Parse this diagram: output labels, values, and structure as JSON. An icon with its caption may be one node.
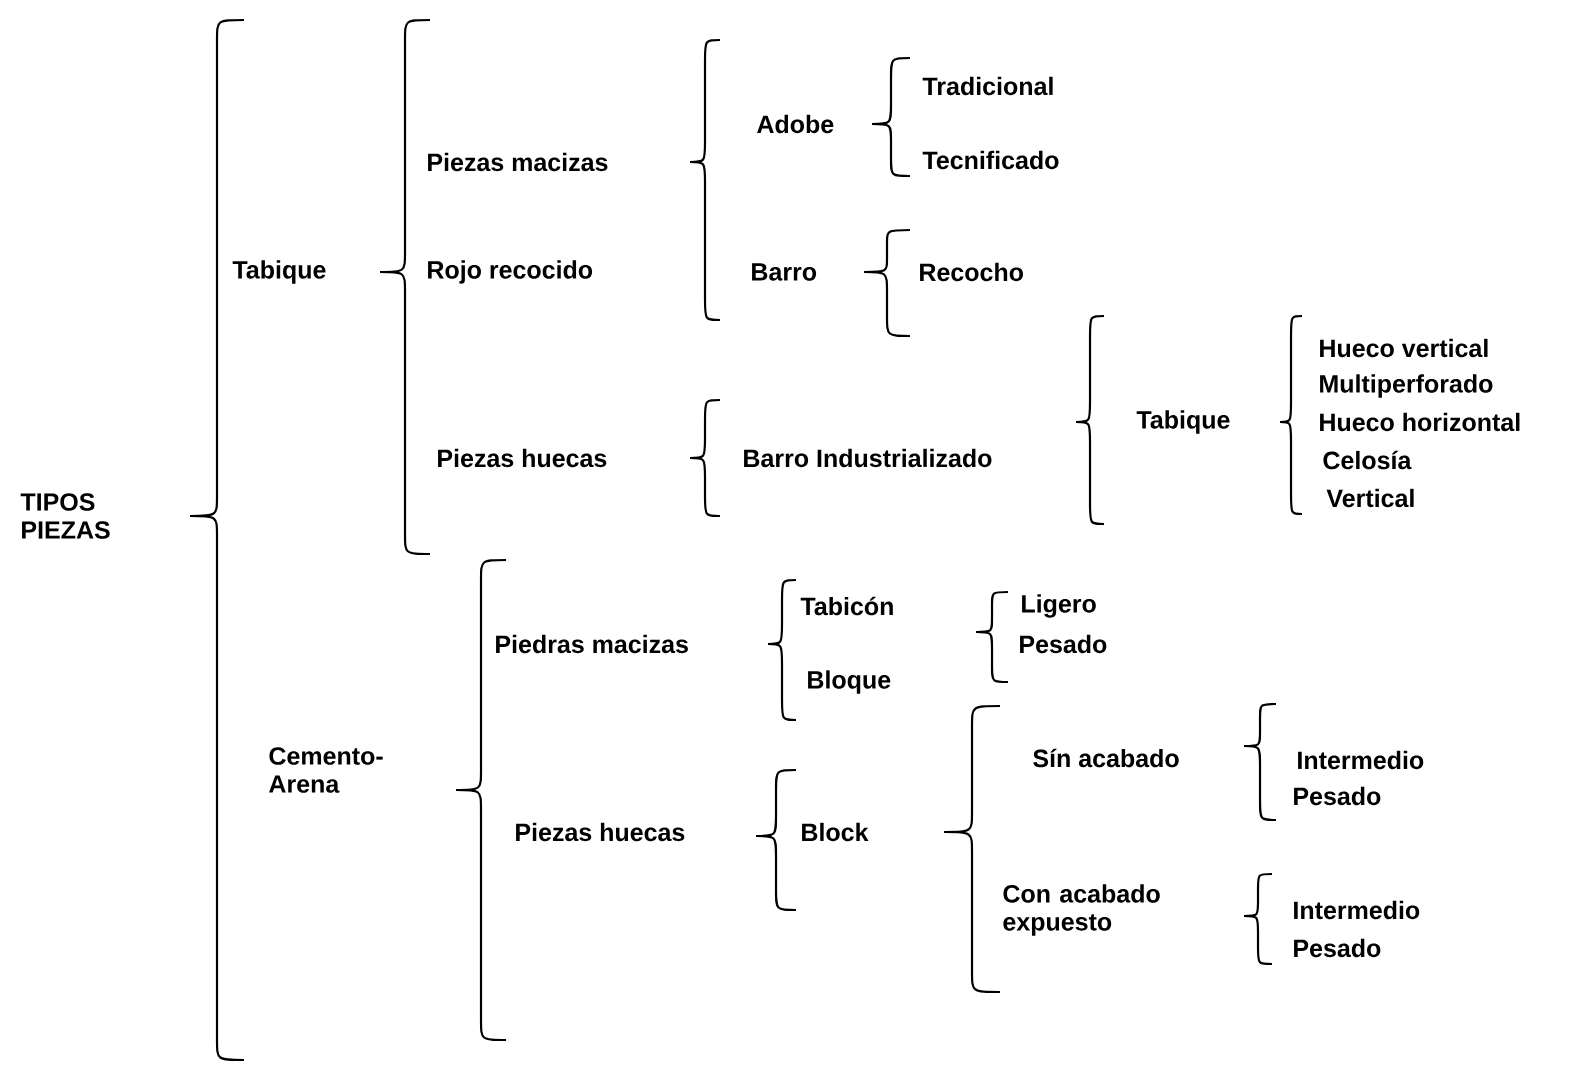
{
  "diagram": {
    "labels": [
      "TIPOS PIEZAS",
      "Tabique",
      "Piezas macizas",
      "Rojo recocido",
      "Piezas huecas",
      "Cemento- Arena",
      "Adobe",
      "Barro",
      "Barro Industrializado",
      "Tradicional",
      "Tecnificado",
      "Recocho",
      "Tabique",
      "Hueco vertical",
      "Multiperforado",
      "Hueco horizontal",
      "Celosía",
      "Vertical",
      "Piedras macizas",
      "Tabicón",
      "Bloque",
      "Ligero",
      "Pesado",
      "Piezas huecas",
      "Block",
      "Sín acabado",
      "Intermedio",
      "Pesado",
      "Con acabado expuesto",
      "Intermedio",
      "Pesado"
    ]
  }
}
